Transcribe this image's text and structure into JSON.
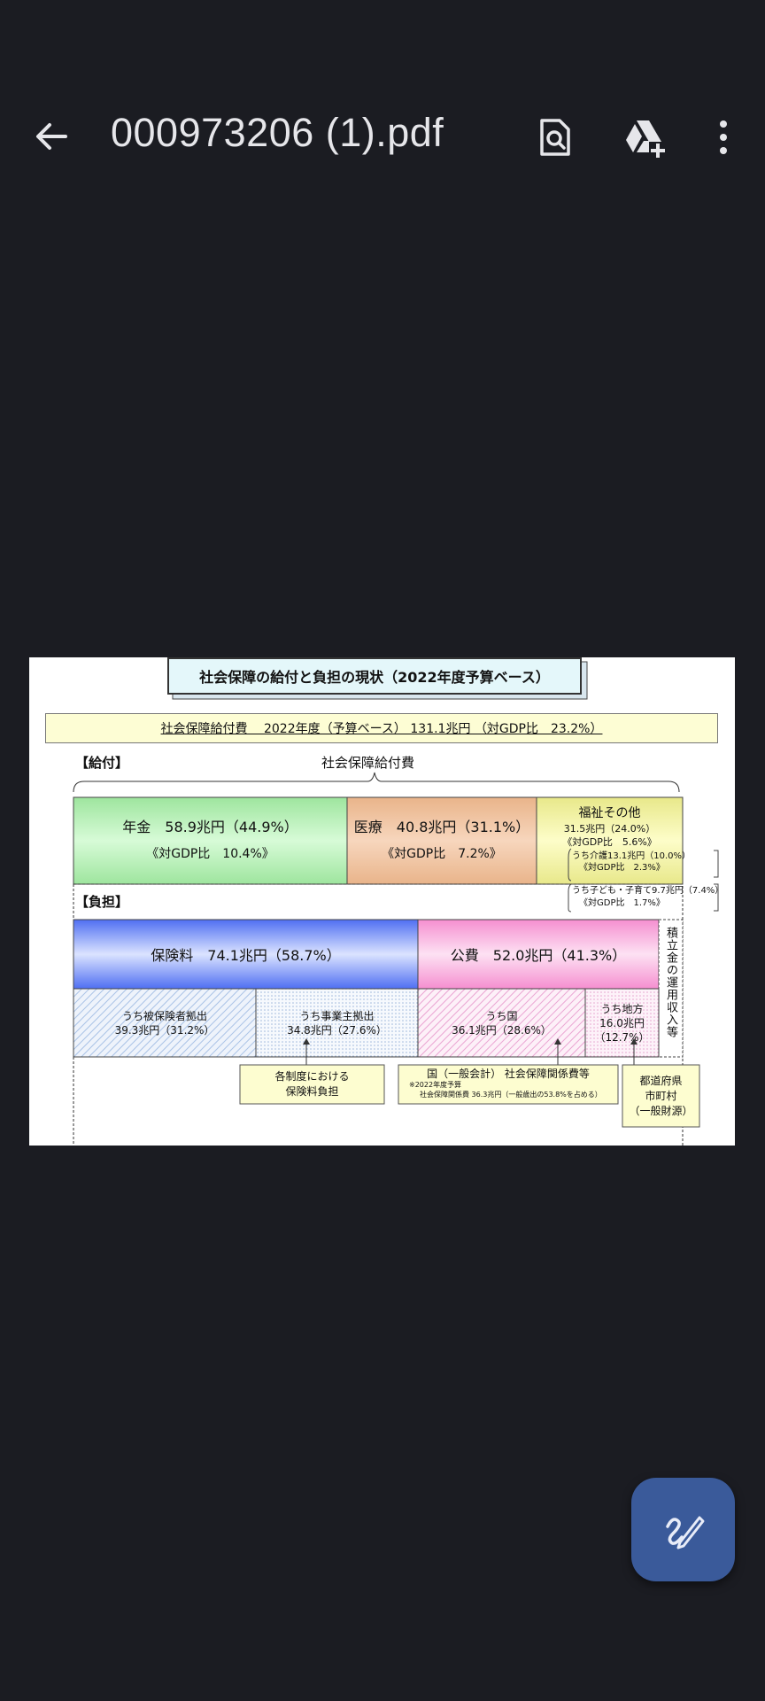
{
  "toolbar": {
    "title": "000973206 (1).pdf",
    "back_icon": "arrow-left-icon",
    "find_icon": "document-search-icon",
    "drive_icon": "google-drive-add-icon",
    "more_icon": "more-vert-icon"
  },
  "document": {
    "title": "社会保障の給付と負担の現状（2022年度予算ベース）",
    "total_bar": "社会保障給付費　 2022年度（予算ベース） 131.1兆円 （対GDP比　23.2%）",
    "kyufu_label": "【給付】",
    "brace_label": "社会保障給付費",
    "futan_label": "【負担】",
    "benefits": {
      "pension": {
        "line1": "年金　58.9兆円（44.9%）",
        "line2": "《対GDP比　10.4%》"
      },
      "medical": {
        "line1": "医療　40.8兆円（31.1%）",
        "line2": "《対GDP比　7.2%》"
      },
      "welfare": {
        "line1": "福祉その他",
        "line2": "31.5兆円（24.0%）",
        "line3": "《対GDP比　5.6%》"
      },
      "care": {
        "line1": "うち介護13.1兆円（10.0%）",
        "line2": "《対GDP比　2.3%》"
      },
      "children": {
        "line1": "うち子ども・子育て9.7兆円（7.4%）",
        "line2": "《対GDP比　1.7%》"
      }
    },
    "burden": {
      "premiums": "保険料　74.1兆円（58.7%）",
      "public": "公費　52.0兆円（41.3%）",
      "reserve": "積立金の運用収入等",
      "insured": {
        "line1": "うち被保険者拠出",
        "line2": "39.3兆円（31.2%）"
      },
      "employer": {
        "line1": "うち事業主拠出",
        "line2": "34.8兆円（27.6%）"
      },
      "national": {
        "line1": "うち国",
        "line2": "36.1兆円（28.6%）"
      },
      "local": {
        "line1": "うち地方",
        "line2": "16.0兆円",
        "line3": "（12.7%）"
      }
    },
    "notes": {
      "premium_note_1": "各制度における",
      "premium_note_2": "保険料負担",
      "national_note_1": "国（一般会計） 社会保障関係費等",
      "national_note_2": "※2022年度予算",
      "national_note_3": "社会保障関係費 36.3兆円（一般歳出の53.8%を占める）",
      "local_note_1": "都道府県",
      "local_note_2": "市町村",
      "local_note_3": "（一般財源）"
    }
  },
  "fab": {
    "icon": "edit-pen-icon"
  }
}
